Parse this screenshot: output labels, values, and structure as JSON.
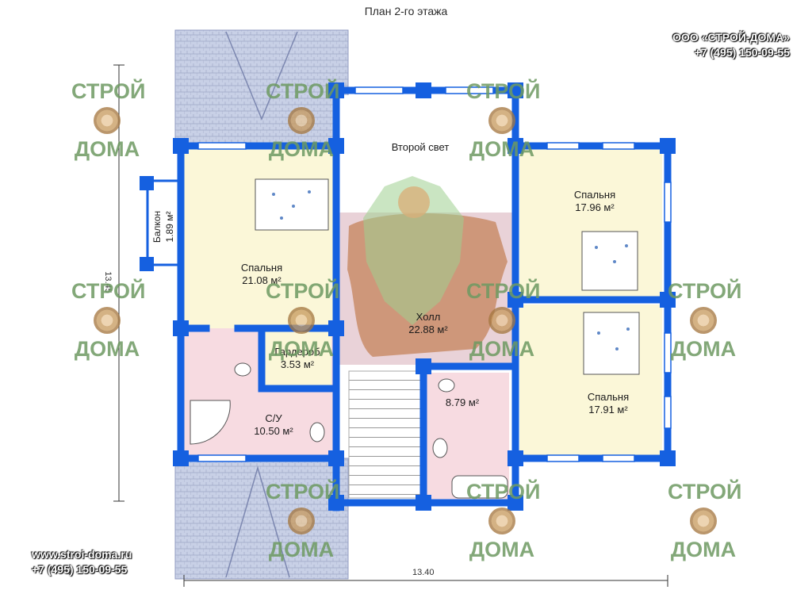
{
  "title": "План 2-го этажа",
  "company": {
    "name": "ООО «СТРОЙ-ДОМА»",
    "phone": "+7 (495) 150-09-55"
  },
  "site": {
    "url": "www.stroi-doma.ru",
    "phone": "+7 (495) 150-09-55"
  },
  "rooms": {
    "second_light": {
      "name": "Второй свет"
    },
    "bedroom1": {
      "name": "Спальня",
      "area": "21.08 м²"
    },
    "bedroom2": {
      "name": "Спальня",
      "area": "17.96 м²"
    },
    "bedroom3": {
      "name": "Спальня",
      "area": "17.91 м²"
    },
    "hall": {
      "name": "Холл",
      "area": "22.88 м²"
    },
    "wardrobe": {
      "name": "Гардероб",
      "area": "3.53 м²"
    },
    "bath1": {
      "name": "С/У",
      "area": "10.50 м²"
    },
    "bath2": {
      "area": "8.79 м²"
    },
    "balcony": {
      "name": "Балкон",
      "area": "1.89 м²"
    }
  },
  "dimensions": {
    "width": "13.40",
    "height": "13.45"
  },
  "watermark": {
    "line1": "СТРОЙ",
    "line2": "ДОМА"
  },
  "colors": {
    "wall": "#1560e0",
    "bedroom": "#fbf7d8",
    "bathroom": "#f7dbe1",
    "hall": "#c98d6a",
    "roof": "#b9c4e0"
  }
}
